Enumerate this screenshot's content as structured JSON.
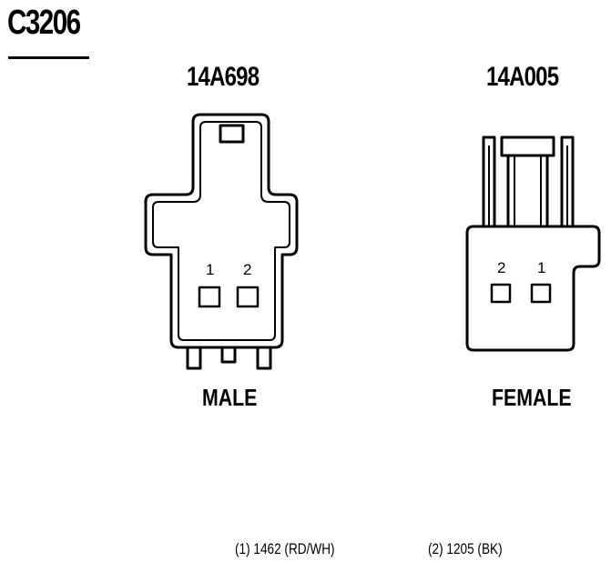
{
  "connector_id": "C3206",
  "male": {
    "part_number": "14A698",
    "label": "MALE",
    "pin_numbers": [
      "1",
      "2"
    ]
  },
  "female": {
    "part_number": "14A005",
    "label": "FEMALE",
    "pin_numbers": [
      "2",
      "1"
    ]
  },
  "wiring": [
    {
      "text": "(1)  1462 (RD/WH)"
    },
    {
      "text": "(2)  1205 (BK)"
    }
  ]
}
